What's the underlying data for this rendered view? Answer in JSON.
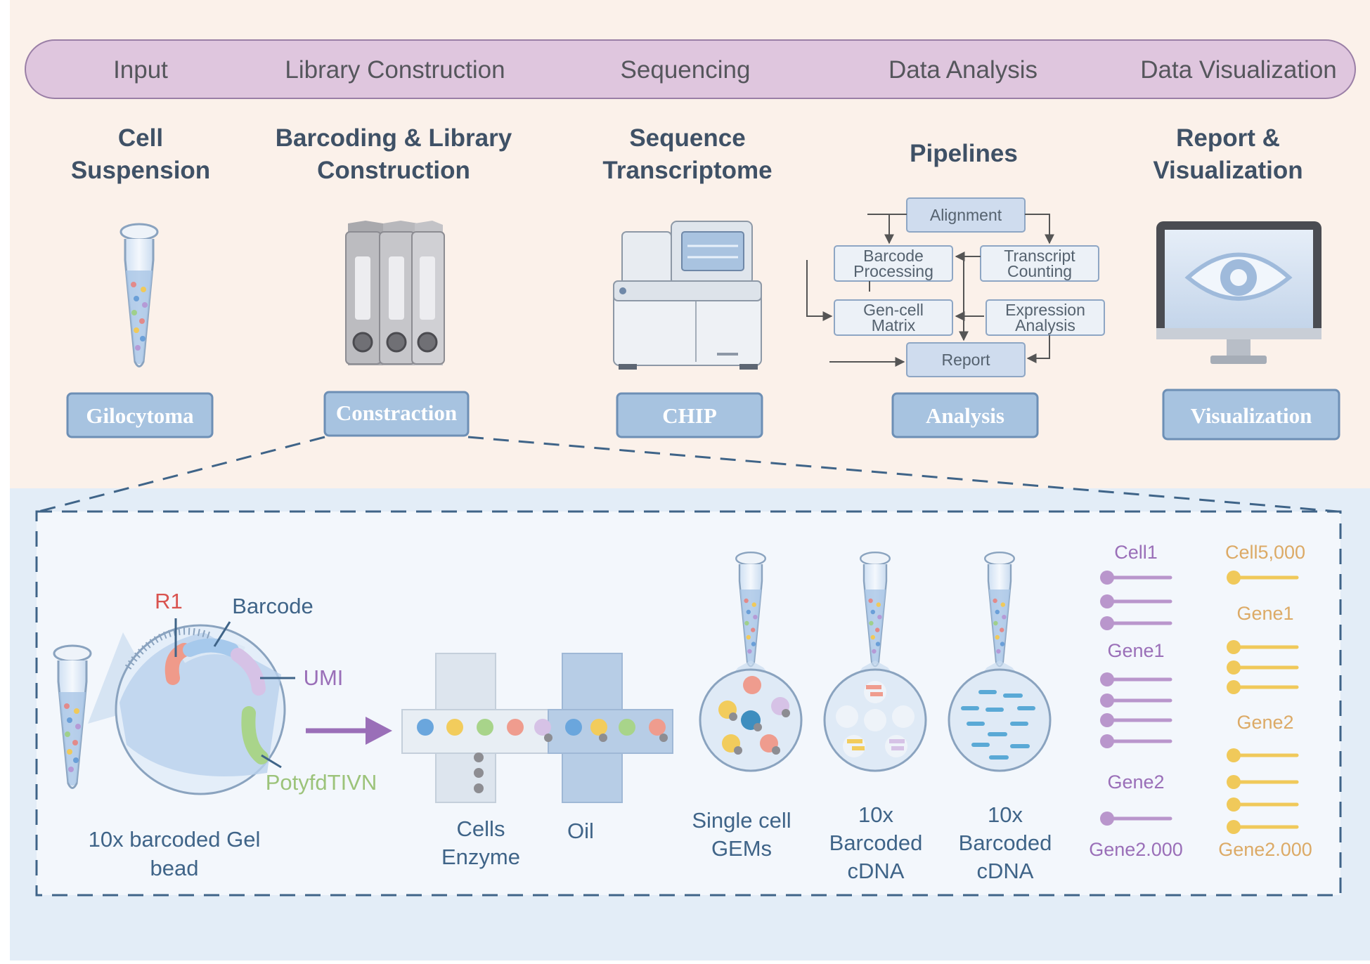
{
  "stage_bar": {
    "labels": [
      "Input",
      "Library Construction",
      "Sequencing",
      "Data Analysis",
      "Data Visualization"
    ]
  },
  "steps": [
    {
      "title_line1": "Cell",
      "title_line2": "Suspension",
      "button": "Gilocytoma"
    },
    {
      "title_line1": "Barcoding & Library",
      "title_line2": "Construction",
      "button": "Constraction"
    },
    {
      "title_line1": "Sequence",
      "title_line2": "Transcriptome",
      "button": "CHIP"
    },
    {
      "title_line1": "Pipelines",
      "title_line2": "",
      "button": "Analysis"
    },
    {
      "title_line1": "Report &",
      "title_line2": "Visualization",
      "button": "Visualization"
    }
  ],
  "pipeline": {
    "alignment": "Alignment",
    "barcode_line1": "Barcode",
    "barcode_line2": "Processing",
    "transcript_line1": "Transcript",
    "transcript_line2": "Counting",
    "gencell_line1": "Gen-cell",
    "gencell_line2": "Matrix",
    "expression_line1": "Expression",
    "expression_line2": "Analysis",
    "report": "Report"
  },
  "detail": {
    "bead": {
      "r1": "R1",
      "barcode": "Barcode",
      "umi": "UMI",
      "polyt": "PotyfdTIVN",
      "caption_line1": "10x barcoded Gel",
      "caption_line2": "bead"
    },
    "chip": {
      "cells_line1": "Cells",
      "cells_line2": "Enzyme",
      "oil": "Oil"
    },
    "gems": {
      "line1": "Single cell",
      "line2": "GEMs"
    },
    "cdna1": {
      "line1": "10x",
      "line2": "Barcoded",
      "line3": "cDNA"
    },
    "cdna2": {
      "line1": "10x",
      "line2": "Barcoded",
      "line3": "cDNA"
    },
    "matrix_left": {
      "cell": "Cell1",
      "gene_a": "Gene1",
      "gene_b": "Gene2",
      "gene_end": "Gene2.000"
    },
    "matrix_right": {
      "cell": "Cell5,000",
      "gene_a": "Gene1",
      "gene_b": "Gene2",
      "gene_end": "Gene2.000"
    }
  },
  "colors": {
    "bar_fill": "#dfc6de",
    "top_bg": "#fbf1ea",
    "bottom_bg": "#e3edf7",
    "button_fill": "#a7c3e0",
    "title": "#3f5166",
    "purple": "#a07bb8",
    "orange": "#dcaa66",
    "dash": "#3f6488"
  }
}
